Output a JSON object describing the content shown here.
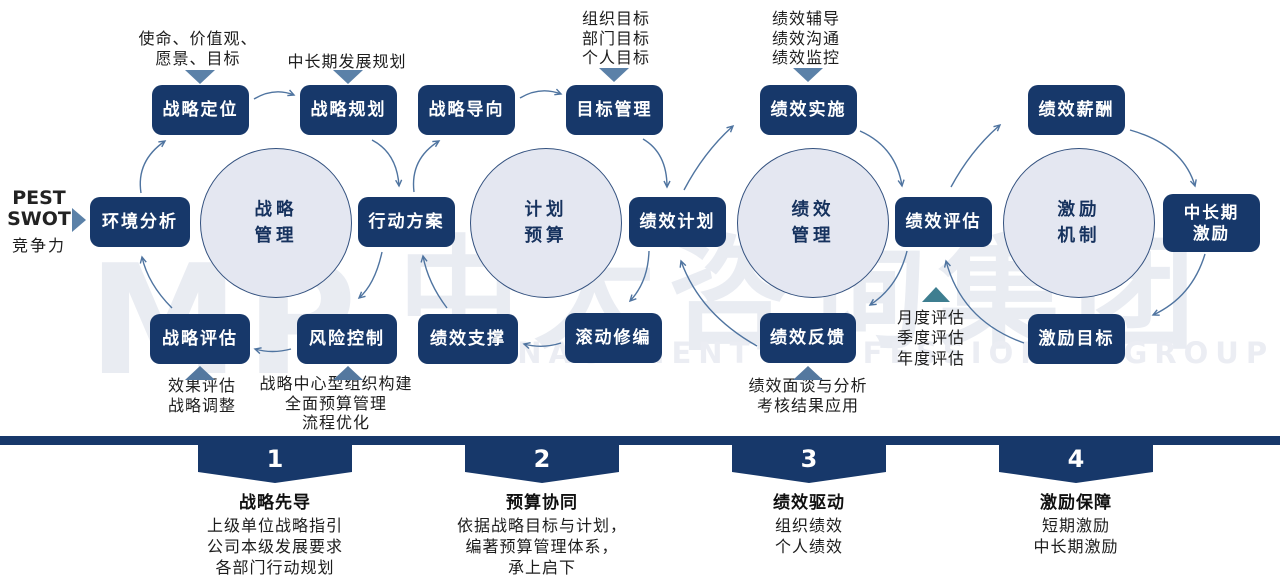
{
  "watermark": {
    "logo": "MP",
    "company": "中大咨询集团",
    "tagline": "MANAGEMENT PROFESSIONAL GROUP"
  },
  "colors": {
    "navy": "#17386a",
    "circle_fill": "#e4e7f1",
    "circle_border": "#33517f",
    "arrow": "#4f74a0",
    "connector_triangle": "#5b81a8",
    "teal_triangle": "#3e7e90",
    "watermark": "#e9ecf2"
  },
  "circles": [
    {
      "label": "战略\n管理"
    },
    {
      "label": "计划\n预算"
    },
    {
      "label": "绩效\n管理"
    },
    {
      "label": "激励\n机制"
    }
  ],
  "boxes": [
    {
      "label": "战略定位"
    },
    {
      "label": "战略规划"
    },
    {
      "label": "战略导向"
    },
    {
      "label": "目标管理"
    },
    {
      "label": "绩效实施"
    },
    {
      "label": "绩效薪酬"
    },
    {
      "label": "环境分析"
    },
    {
      "label": "行动方案"
    },
    {
      "label": "绩效计划"
    },
    {
      "label": "绩效评估"
    },
    {
      "label": "中长期\n激励"
    },
    {
      "label": "战略评估"
    },
    {
      "label": "风险控制"
    },
    {
      "label": "绩效支撑"
    },
    {
      "label": "滚动修编"
    },
    {
      "label": "绩效反馈"
    },
    {
      "label": "激励目标"
    }
  ],
  "notes": {
    "mission": "使命、价值观、\n愿景、目标",
    "mid_long_plan": "中长期发展规划",
    "three_goals": "组织目标\n部门目标\n个人目标",
    "coaching": "绩效辅导\n绩效沟通\n绩效监控",
    "pest_latin": "PEST\nSWOT",
    "pest_cn": "竞争力",
    "effect": "效果评估\n战略调整",
    "org_build": "战略中心型组织构建\n全面预算管理\n流程优化",
    "interview": "绩效面谈与分析\n考核结果应用",
    "periodic": "月度评估\n季度评估\n年度评估"
  },
  "steps": [
    {
      "num": "1",
      "title": "战略先导",
      "desc": "上级单位战略指引\n公司本级发展要求\n各部门行动规划"
    },
    {
      "num": "2",
      "title": "预算协同",
      "desc": "依据战略目标与计划，\n编著预算管理体系，\n承上启下"
    },
    {
      "num": "3",
      "title": "绩效驱动",
      "desc": "组织绩效\n个人绩效"
    },
    {
      "num": "4",
      "title": "激励保障",
      "desc": "短期激励\n中长期激励"
    }
  ]
}
